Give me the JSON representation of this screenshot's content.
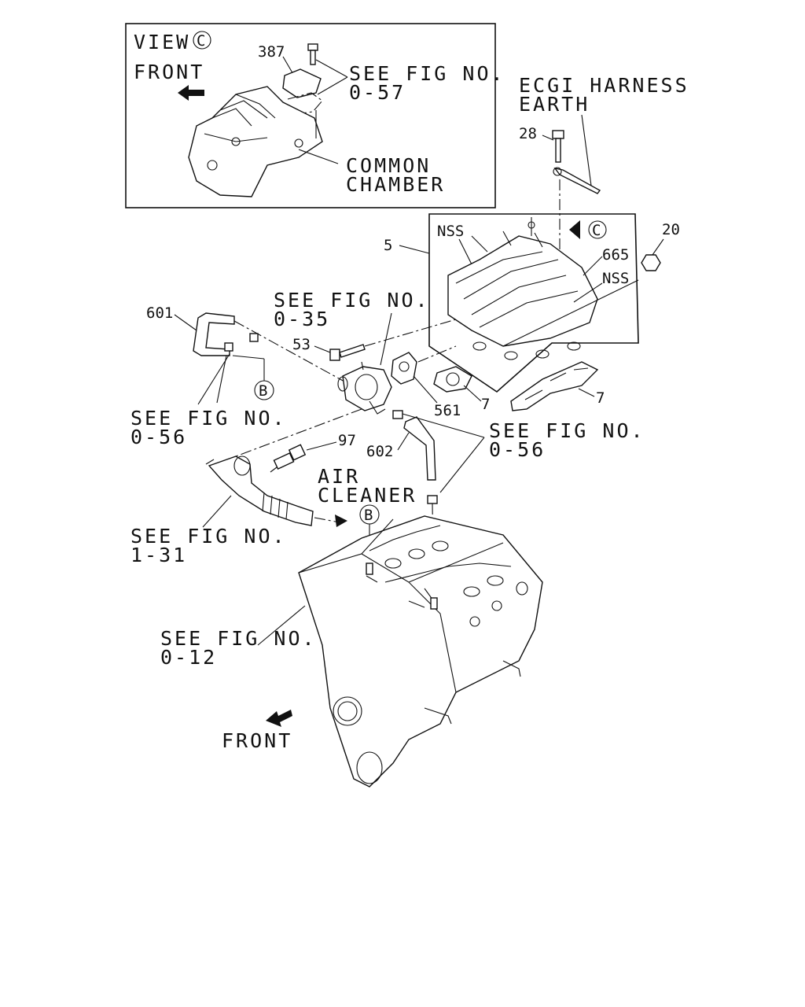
{
  "inset": {
    "view_label": "VIEW",
    "view_marker": "C",
    "front_label": "FRONT",
    "part_387": "387",
    "see_fig_a": "SEE FIG NO.",
    "see_fig_a_ref": "0-57",
    "common_label_1": "COMMON",
    "common_label_2": "CHAMBER"
  },
  "harness": {
    "label_1": "ECGI HARNESS",
    "label_2": "EARTH",
    "part_28": "28"
  },
  "manifold": {
    "part_5": "5",
    "nss_1": "NSS",
    "nss_2": "NSS",
    "marker_c": "C",
    "part_665": "665",
    "part_20": "20",
    "part_7a": "7",
    "part_7b": "7"
  },
  "throttle": {
    "part_601": "601",
    "see_fig_035": "SEE FIG NO.",
    "see_fig_035_ref": "0-35",
    "part_53": "53",
    "part_561": "561",
    "marker_b1": "B",
    "see_fig_056a": "SEE FIG NO.",
    "see_fig_056a_ref": "0-56",
    "part_602": "602",
    "see_fig_056b": "SEE FIG NO.",
    "see_fig_056b_ref": "0-56",
    "part_97": "97"
  },
  "intake": {
    "air_1": "AIR",
    "air_2": "CLEANER",
    "see_fig_131": "SEE FIG NO.",
    "see_fig_131_ref": "1-31",
    "marker_b2": "B"
  },
  "engine": {
    "see_fig_012": "SEE FIG NO.",
    "see_fig_012_ref": "0-12",
    "front_label": "FRONT"
  }
}
